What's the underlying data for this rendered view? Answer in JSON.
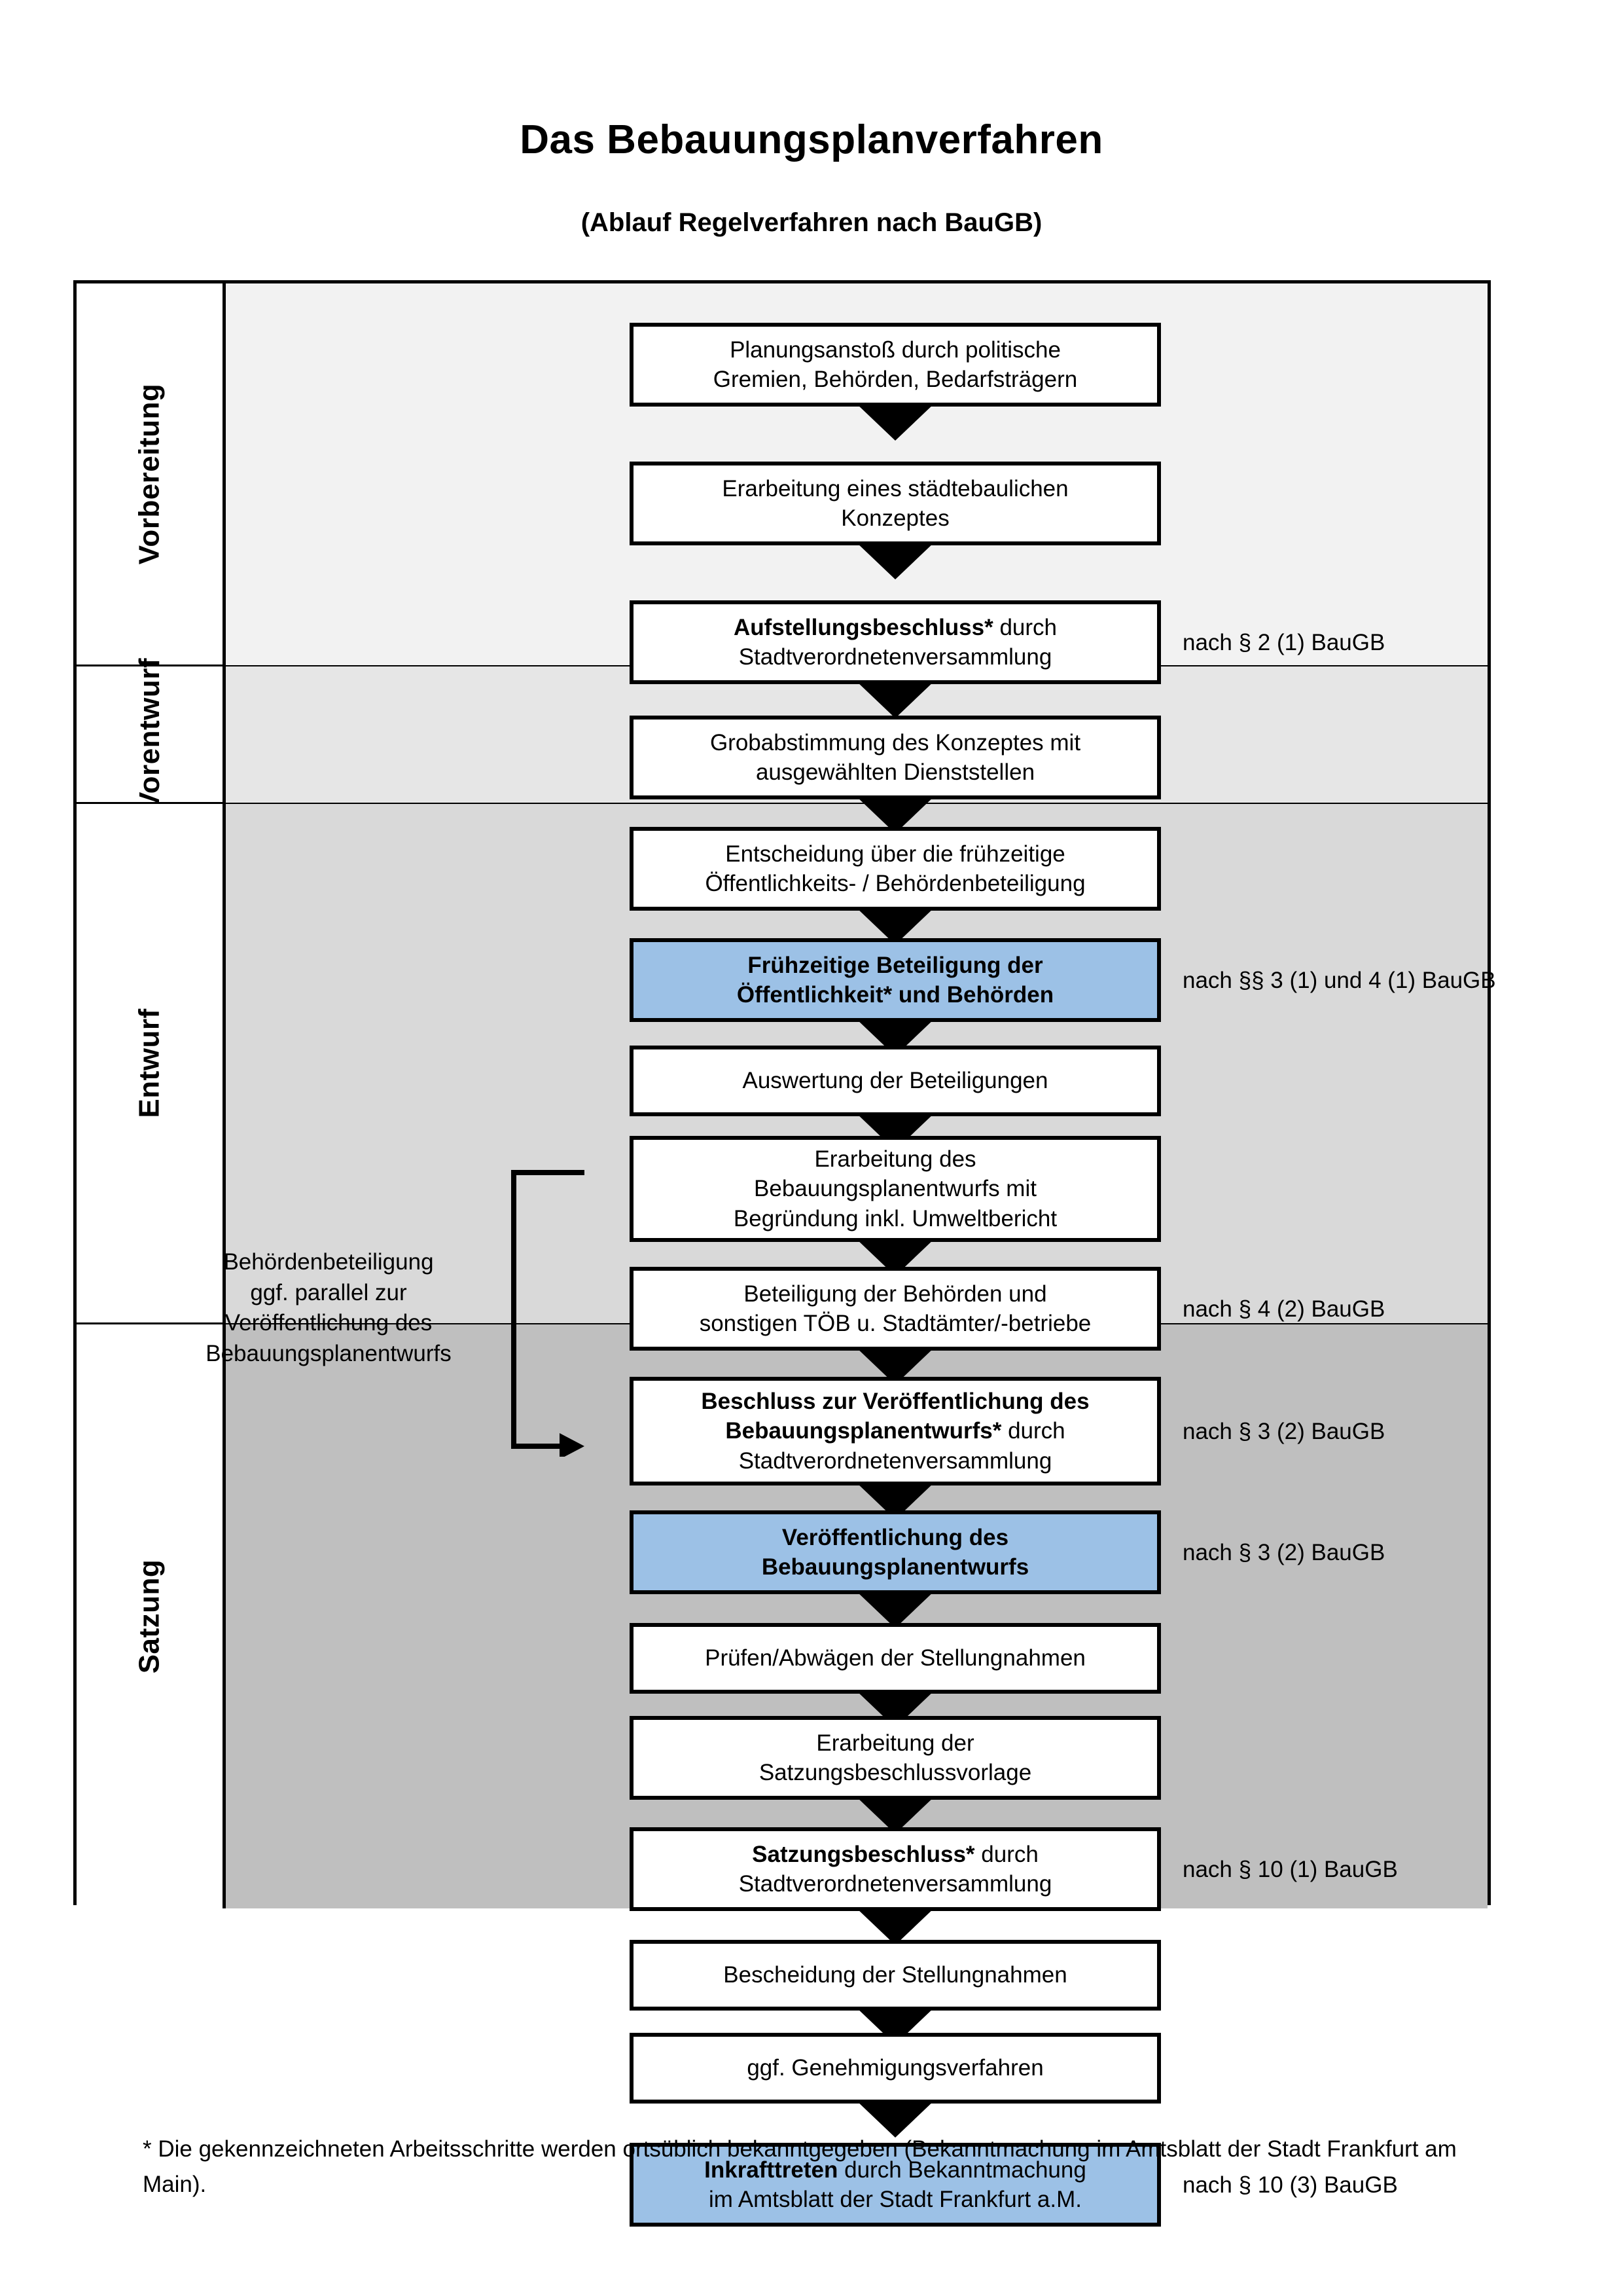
{
  "title": "Das Bebauungsplanverfahren",
  "subtitle": "(Ablauf Regelverfahren nach BauGB)",
  "colors": {
    "highlight_blue": "#9cc1e6",
    "band_vorbereitung": "#f2f2f2",
    "band_vorentwurf": "#e6e6e6",
    "band_entwurf": "#d9d9d9",
    "band_satzung": "#bfbfbf",
    "line": "#000000"
  },
  "phases": [
    {
      "label": "Vorbereitung",
      "background": "#f2f2f2"
    },
    {
      "label": "Vorentwurf",
      "background": "#e6e6e6"
    },
    {
      "label": "Entwurf",
      "background": "#d9d9d9"
    },
    {
      "label": "Satzung",
      "background": "#bfbfbf"
    }
  ],
  "steps": [
    {
      "id": 1,
      "phase": "Vorbereitung",
      "highlight": false,
      "lines": [
        {
          "text": "Planungsanstoß durch politische",
          "bold": false
        },
        {
          "text": "Gremien, Behörden, Bedarfsträgern",
          "bold": false
        }
      ]
    },
    {
      "id": 2,
      "phase": "Vorbereitung",
      "highlight": false,
      "lines": [
        {
          "text": "Erarbeitung eines städtebaulichen",
          "bold": false
        },
        {
          "text": "Konzeptes",
          "bold": false
        }
      ]
    },
    {
      "id": 3,
      "phase": "Vorbereitung",
      "highlight": false,
      "lines": [
        {
          "text": "Aufstellungsbeschluss*",
          "bold": true,
          "suffix": " durch"
        },
        {
          "text": "Stadtverordnetenversammlung",
          "bold": false
        }
      ]
    },
    {
      "id": 4,
      "phase": "Vorentwurf",
      "highlight": false,
      "lines": [
        {
          "text": "Grobabstimmung des Konzeptes mit",
          "bold": false
        },
        {
          "text": "ausgewählten Dienststellen",
          "bold": false
        }
      ]
    },
    {
      "id": 5,
      "phase": "Vorentwurf",
      "highlight": false,
      "lines": [
        {
          "text": "Entscheidung über die frühzeitige",
          "bold": false
        },
        {
          "text": "Öffentlichkeits- / Behördenbeteiligung",
          "bold": false
        }
      ]
    },
    {
      "id": 6,
      "phase": "Vorentwurf",
      "highlight": true,
      "lines": [
        {
          "text": "Frühzeitige Beteiligung der",
          "bold": true
        },
        {
          "text": "Öffentlichkeit* und Behörden",
          "bold": true
        }
      ]
    },
    {
      "id": 7,
      "phase": "Entwurf",
      "highlight": false,
      "lines": [
        {
          "text": "Auswertung der Beteiligungen",
          "bold": false
        }
      ]
    },
    {
      "id": 8,
      "phase": "Entwurf",
      "highlight": false,
      "lines": [
        {
          "text": "Erarbeitung des",
          "bold": false
        },
        {
          "text": "Bebauungsplanentwurfs mit",
          "bold": false
        },
        {
          "text": "Begründung inkl. Umweltbericht",
          "bold": false
        }
      ]
    },
    {
      "id": 9,
      "phase": "Entwurf",
      "highlight": false,
      "lines": [
        {
          "text": "Beteiligung der Behörden und",
          "bold": false
        },
        {
          "text": "sonstigen TÖB u. Stadtämter/-betriebe",
          "bold": false
        }
      ]
    },
    {
      "id": 10,
      "phase": "Entwurf",
      "highlight": false,
      "lines": [
        {
          "text": "Beschluss zur Veröffentlichung des",
          "bold": true
        },
        {
          "text": "Bebauungsplanentwurfs*",
          "bold": true,
          "suffix": " durch"
        },
        {
          "text": "Stadtverordnetenversammlung",
          "bold": false
        }
      ]
    },
    {
      "id": 11,
      "phase": "Entwurf",
      "highlight": true,
      "lines": [
        {
          "text": "Veröffentlichung des",
          "bold": true
        },
        {
          "text": "Bebauungsplanentwurfs",
          "bold": true
        }
      ]
    },
    {
      "id": 12,
      "phase": "Satzung",
      "highlight": false,
      "lines": [
        {
          "text": "Prüfen/Abwägen der Stellungnahmen",
          "bold": false
        }
      ]
    },
    {
      "id": 13,
      "phase": "Satzung",
      "highlight": false,
      "lines": [
        {
          "text": "Erarbeitung der",
          "bold": false
        },
        {
          "text": "Satzungsbeschlussvorlage",
          "bold": false
        }
      ]
    },
    {
      "id": 14,
      "phase": "Satzung",
      "highlight": false,
      "lines": [
        {
          "text": "Satzungsbeschluss*",
          "bold": true,
          "suffix": " durch"
        },
        {
          "text": "Stadtverordnetenversammlung",
          "bold": false
        }
      ]
    },
    {
      "id": 15,
      "phase": "Satzung",
      "highlight": false,
      "lines": [
        {
          "text": "Bescheidung der Stellungnahmen",
          "bold": false
        }
      ]
    },
    {
      "id": 16,
      "phase": "Satzung",
      "highlight": false,
      "lines": [
        {
          "text": "ggf. Genehmigungsverfahren",
          "bold": false
        }
      ]
    },
    {
      "id": 17,
      "phase": "Satzung",
      "highlight": true,
      "lines": [
        {
          "text": "Inkrafttreten",
          "bold": true,
          "suffix": " durch Bekanntmachung"
        },
        {
          "text": "im Amtsblatt der Stadt Frankfurt a.M.",
          "bold": false
        }
      ]
    }
  ],
  "annotations": [
    {
      "for_step": 3,
      "text": "nach § 2 (1) BauGB"
    },
    {
      "for_step": 6,
      "text": "nach §§ 3 (1) und 4 (1) BauGB"
    },
    {
      "for_step": 9,
      "text": "nach § 4 (2) BauGB"
    },
    {
      "for_step": 10,
      "text": "nach § 3 (2) BauGB"
    },
    {
      "for_step": 11,
      "text": "nach § 3 (2) BauGB"
    },
    {
      "for_step": 14,
      "text": "nach § 10 (1) BauGB"
    },
    {
      "for_step": 17,
      "text": "nach § 10 (3) BauGB"
    }
  ],
  "side_note": {
    "lines": [
      "Behördenbeteiligung",
      "ggf. parallel zur",
      "Veröffentlichung des",
      "Bebauungsplanentwurfs"
    ]
  },
  "footnote": "* Die gekennzeichneten Arbeitsschritte werden ortsüblich bekanntgegeben (Bekanntmachung im Amtsblatt  der Stadt Frankfurt am Main)."
}
